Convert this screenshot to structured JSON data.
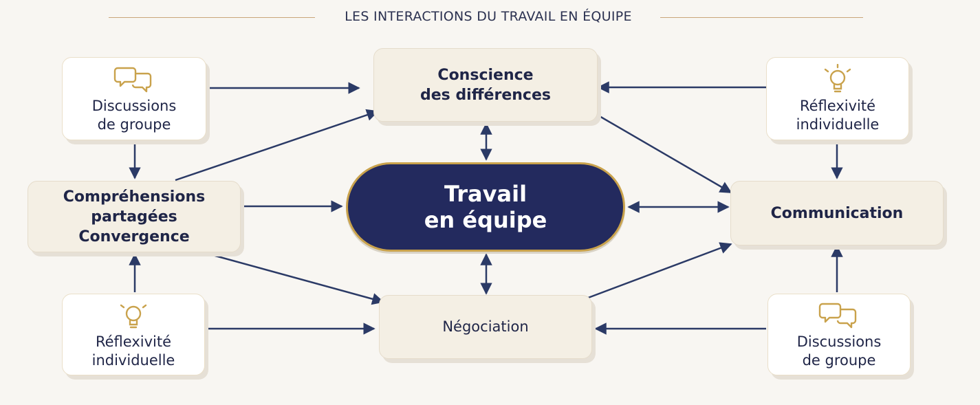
{
  "title": "LES INTERACTIONS DU TRAVAIL EN ÉQUIPE",
  "colors": {
    "navy": "#232a5e",
    "gold": "#c9a24c",
    "edge": "#2b3a66",
    "card": "#f4efe4",
    "background": "#f8f6f2"
  },
  "center": {
    "line1": "Travail",
    "line2": "en équipe"
  },
  "nodes": {
    "conscience": {
      "line1": "Conscience",
      "line2": "des différences"
    },
    "comprehensions": {
      "line1": "Compréhensions",
      "line2": "partagées",
      "line3": "Convergence"
    },
    "communication": {
      "label": "Communication"
    },
    "negociation": {
      "label": "Négociation"
    },
    "discussions_top": {
      "line1": "Discussions",
      "line2": "de groupe",
      "icon": "speech-bubbles-icon"
    },
    "reflexivite_bottom": {
      "line1": "Réflexivité",
      "line2": "individuelle",
      "icon": "lightbulb-icon"
    },
    "reflexivite_top": {
      "line1": "Réflexivité",
      "line2": "individuelle",
      "icon": "lightbulb-icon"
    },
    "discussions_bottom": {
      "line1": "Discussions",
      "line2": "de groupe",
      "icon": "speech-bubbles-icon"
    }
  }
}
